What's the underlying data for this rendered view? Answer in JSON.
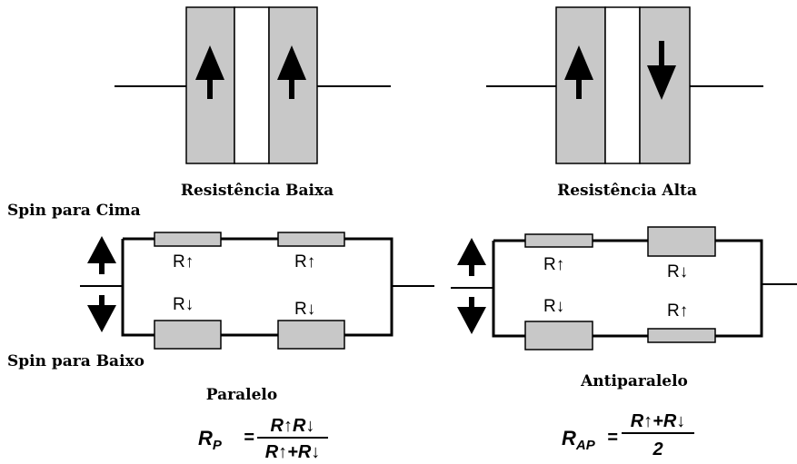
{
  "colors": {
    "layer_fill": "#c8c8c8",
    "spacer_fill": "#ffffff",
    "line": "#000000",
    "resistor_fill": "#c8c8c8"
  },
  "top_left": {
    "caption": "Resistência Baixa",
    "left_arrow": "up-arrow-icon",
    "right_arrow": "up-arrow-icon"
  },
  "top_right": {
    "caption": "Resistência Alta",
    "left_arrow": "up-arrow-icon",
    "right_arrow": "down-arrow-icon"
  },
  "spin_up_label": "Spin para Cima",
  "spin_down_label": "Spin para Baixo",
  "parallel": {
    "caption": "Paralelo",
    "top_left_label": "R↑",
    "top_right_label": "R↑",
    "bottom_left_label": "R↓",
    "bottom_right_label": "R↓"
  },
  "antiparallel": {
    "caption": "Antiparalelo",
    "top_left_label": "R↑",
    "top_right_label": "R↓",
    "bottom_left_label": "R↓",
    "bottom_right_label": "R↑"
  },
  "formula_p": {
    "lhs_main": "R",
    "lhs_sub": "P",
    "equals": "=",
    "numerator": "R↑R↓",
    "denominator": "R↑+R↓"
  },
  "formula_ap": {
    "lhs_main": "R",
    "lhs_sub": "AP",
    "equals": "=",
    "numerator": "R↑+R↓",
    "denominator": "2"
  }
}
